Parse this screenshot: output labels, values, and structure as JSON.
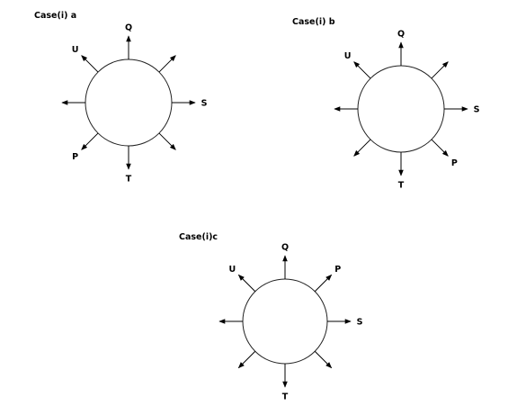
{
  "diagrams": [
    {
      "title": "Case(i)  a",
      "arrows": [
        {
          "angle": 90,
          "label": "Q"
        },
        {
          "angle": 45,
          "label": ""
        },
        {
          "angle": 0,
          "label": "S"
        },
        {
          "angle": -45,
          "label": ""
        },
        {
          "angle": -90,
          "label": "T"
        },
        {
          "angle": -135,
          "label": "P"
        },
        {
          "angle": 180,
          "label": ""
        },
        {
          "angle": 135,
          "label": "U"
        }
      ]
    },
    {
      "title": "Case(i) b",
      "arrows": [
        {
          "angle": 90,
          "label": "Q"
        },
        {
          "angle": 45,
          "label": ""
        },
        {
          "angle": 0,
          "label": "S"
        },
        {
          "angle": -45,
          "label": "P"
        },
        {
          "angle": -90,
          "label": "T"
        },
        {
          "angle": -135,
          "label": ""
        },
        {
          "angle": 180,
          "label": ""
        },
        {
          "angle": 135,
          "label": "U"
        }
      ]
    },
    {
      "title": "Case(i)c",
      "arrows": [
        {
          "angle": 90,
          "label": "Q"
        },
        {
          "angle": 45,
          "label": "P"
        },
        {
          "angle": 0,
          "label": "S"
        },
        {
          "angle": -45,
          "label": ""
        },
        {
          "angle": -90,
          "label": "T"
        },
        {
          "angle": -135,
          "label": ""
        },
        {
          "angle": 180,
          "label": ""
        },
        {
          "angle": 135,
          "label": "U"
        }
      ]
    }
  ]
}
